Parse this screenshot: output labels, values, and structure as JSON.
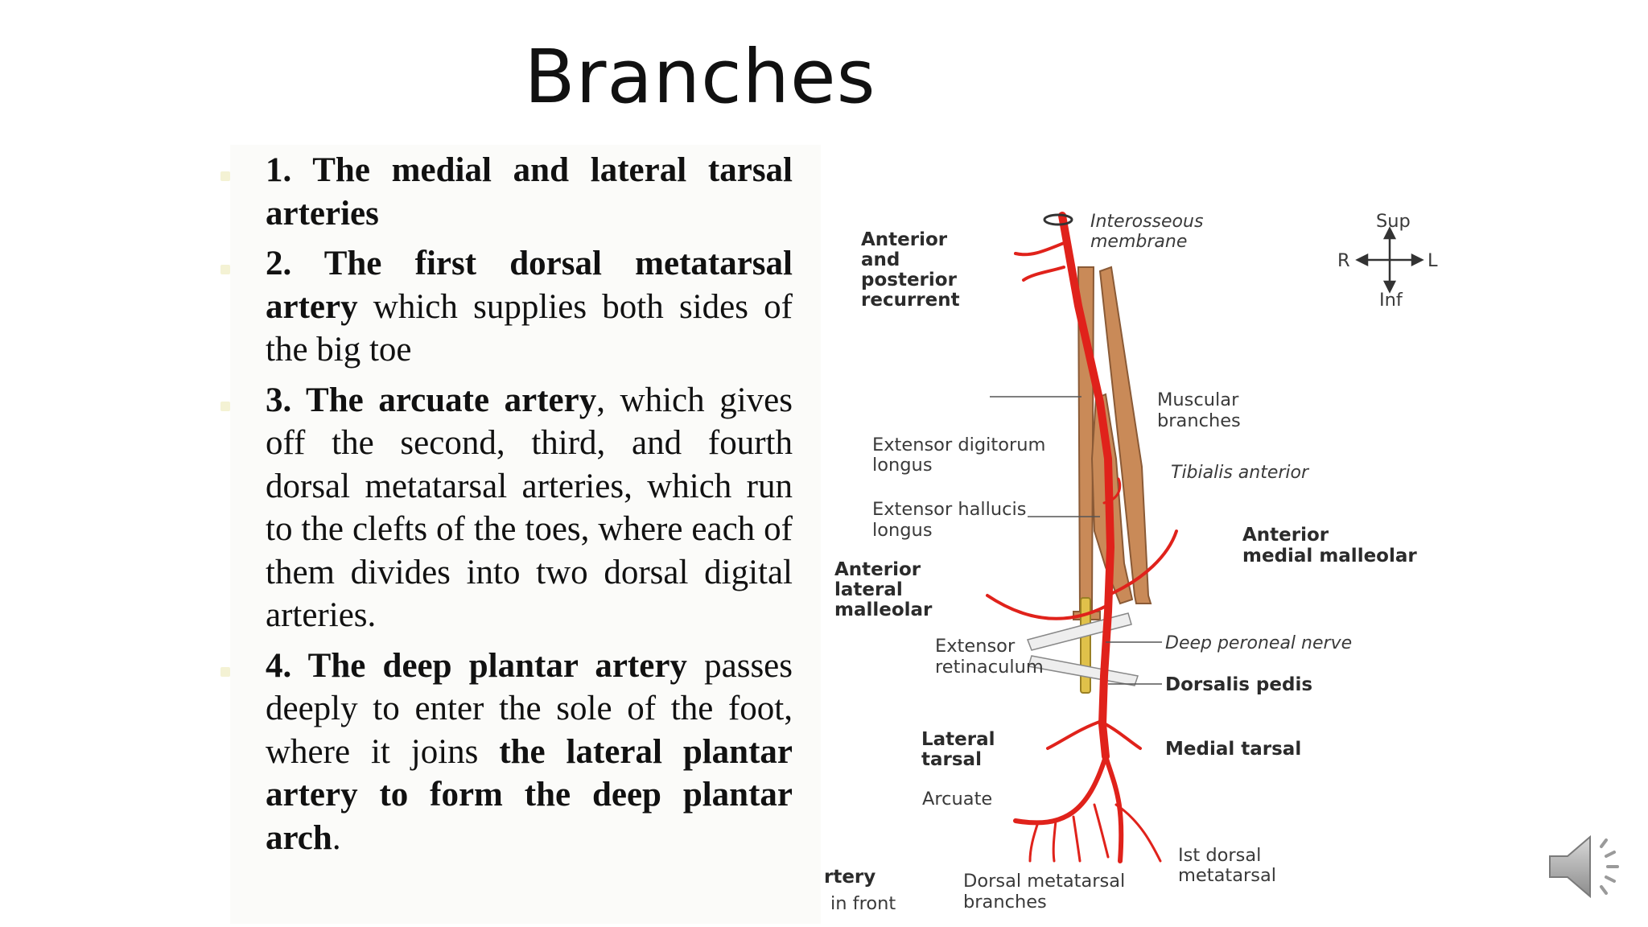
{
  "slide": {
    "title": "Branches",
    "bullets": [
      [
        {
          "t": "1. The medial and lateral tarsal arteries",
          "b": true
        }
      ],
      [
        {
          "t": "2. The first dorsal metatarsal artery",
          "b": true
        },
        {
          "t": " which supplies both sides of the big toe",
          "b": false
        }
      ],
      [
        {
          "t": "3. The arcuate artery",
          "b": true
        },
        {
          "t": ", which gives off the second, third, and fourth dorsal metatarsal arteries, which run to the clefts of the toes, where each of them divides into two dorsal digital arteries.",
          "b": false
        }
      ],
      [
        {
          "t": "4. The deep plantar artery",
          "b": true
        },
        {
          "t": " passes deeply to enter the sole of the foot, where it joins ",
          "b": false
        },
        {
          "t": "the lateral plantar artery to form the deep plantar arch",
          "b": true
        },
        {
          "t": ".",
          "b": false
        }
      ]
    ]
  },
  "diagram": {
    "labels": {
      "interosseous": [
        "Interosseous",
        "membrane"
      ],
      "recurrent": [
        "Anterior",
        "and",
        "posterior",
        "recurrent"
      ],
      "orientation": {
        "sup": "Sup",
        "inf": "Inf",
        "r": "R",
        "l": "L"
      },
      "muscular": [
        "Muscular",
        "branches"
      ],
      "ext_digitorum": [
        "Extensor digitorum",
        "longus"
      ],
      "tibialis": "Tibialis anterior",
      "ext_hallucis": [
        "Extensor hallucis",
        "longus"
      ],
      "ant_medial": [
        "Anterior",
        "medial malleolar"
      ],
      "ant_lateral": [
        "Anterior",
        "lateral",
        "malleolar"
      ],
      "ext_retinaculum": [
        "Extensor",
        "retinaculum"
      ],
      "deep_peroneal": "Deep peroneal nerve",
      "dorsalis": "Dorsalis pedis",
      "lateral_tarsal": [
        "Lateral",
        "tarsal"
      ],
      "medial_tarsal": "Medial tarsal",
      "arcuate": "Arcuate",
      "first_dorsal": [
        "Ist dorsal",
        "metatarsal"
      ],
      "dorsal_metatarsal": [
        "Dorsal metatarsal",
        "branches"
      ],
      "cut_left": [
        "rtery",
        "in front"
      ]
    },
    "colors": {
      "artery": "#e0221b",
      "muscle": "#c98a58",
      "nerve": "#e0c14a"
    }
  },
  "speaker_icon": "speaker-icon"
}
